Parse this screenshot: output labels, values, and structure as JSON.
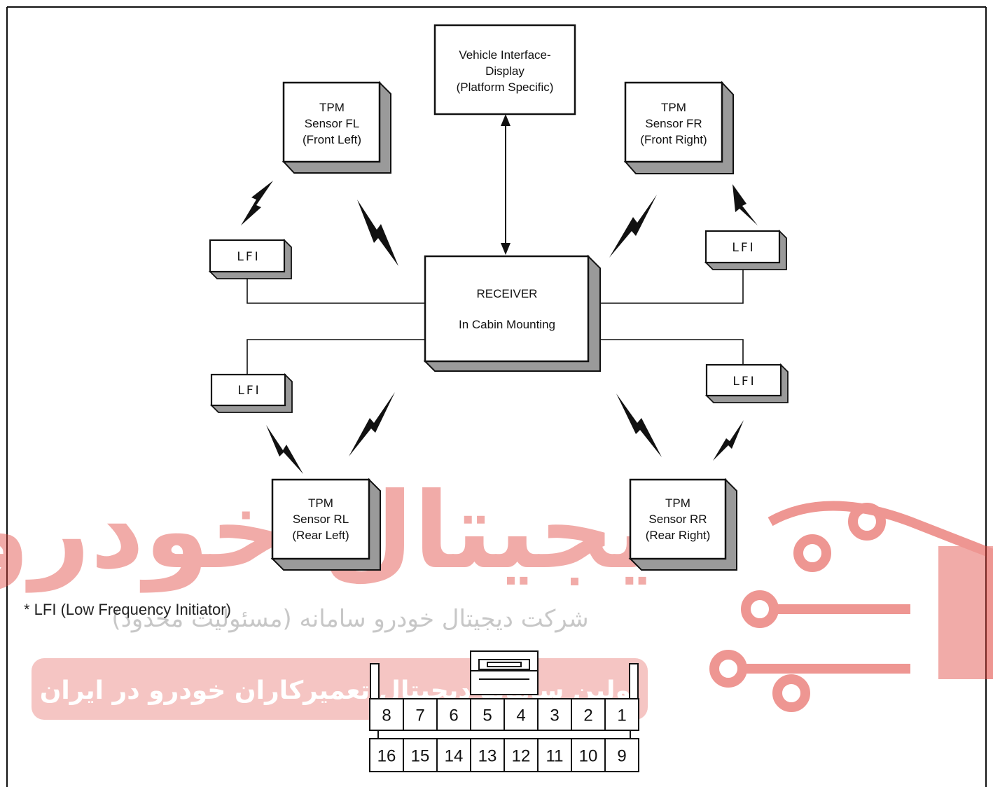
{
  "header_title": "",
  "display_box": {
    "lines": [
      "Vehicle Interface-",
      "Display",
      "(Platform Specific)"
    ]
  },
  "receiver": {
    "title": "RECEIVER",
    "subtitle": "In Cabin Mounting"
  },
  "sensors": {
    "fl": [
      "TPM",
      "Sensor FL",
      "(Front Left)"
    ],
    "fr": [
      "TPM",
      "Sensor FR",
      "(Front Right)"
    ],
    "rl": [
      "TPM",
      "Sensor RL",
      "(Rear Left)"
    ],
    "rr": [
      "TPM",
      "Sensor RR",
      "(Rear Right)"
    ]
  },
  "lfi_label": "LFI",
  "footnote": "* LFI (Low Frequency Initiator)",
  "connector": {
    "top_row": [
      "8",
      "7",
      "6",
      "5",
      "4",
      "3",
      "2",
      "1"
    ],
    "bottom_row": [
      "16",
      "15",
      "14",
      "13",
      "12",
      "11",
      "10",
      "9"
    ]
  },
  "watermark": {
    "big_text": "دیجیتال خودرو",
    "sub_text": "شرکت دیجیتال خودرو سامانه (مسئولیت محدود)",
    "banner_text": "اولین سامانه دیجیتال تعمیرکاران خودرو در ایران",
    "color": "#e0413a"
  },
  "colors": {
    "box_shadow": "#9a9a9a",
    "line": "#111111"
  }
}
